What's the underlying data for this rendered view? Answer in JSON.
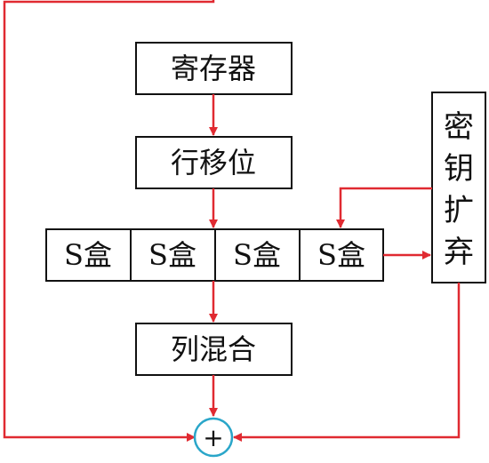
{
  "diagram": {
    "register_label": "寄存器",
    "shift_rows_label": "行移位",
    "sbox_labels": [
      "S盒",
      "S盒",
      "S盒",
      "S盒"
    ],
    "mix_columns_label": "列混合",
    "key_expansion_chars": [
      "密",
      "钥",
      "扩",
      "弃"
    ],
    "xor_symbol": "+"
  },
  "colors": {
    "arrow": "#e02a31",
    "box_stroke": "#111111",
    "xor_stroke": "#2aa6c9"
  }
}
